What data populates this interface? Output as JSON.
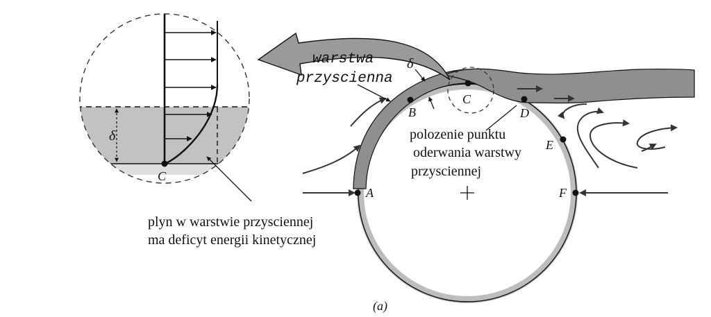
{
  "figure": {
    "caption": "(a)",
    "colors": {
      "line": "#111111",
      "shade": "#b7b7b7",
      "wall": "#8f8f8f",
      "background": "#ffffff"
    }
  },
  "labels": {
    "boundary_layer": [
      "warstwa",
      "przyscienna"
    ],
    "delta": "δ",
    "points": {
      "A": "A",
      "B": "B",
      "C": "C",
      "D": "D",
      "E": "E",
      "F": "F"
    },
    "separation_note": [
      "polozenie punktu",
      "oderwania warstwy",
      "przysciennej"
    ],
    "fluid_note": [
      "plyn w warstwie przysciennej",
      "ma deficyt energii kinetycznej"
    ]
  },
  "inset": {
    "delta": "δ",
    "point": "C"
  }
}
